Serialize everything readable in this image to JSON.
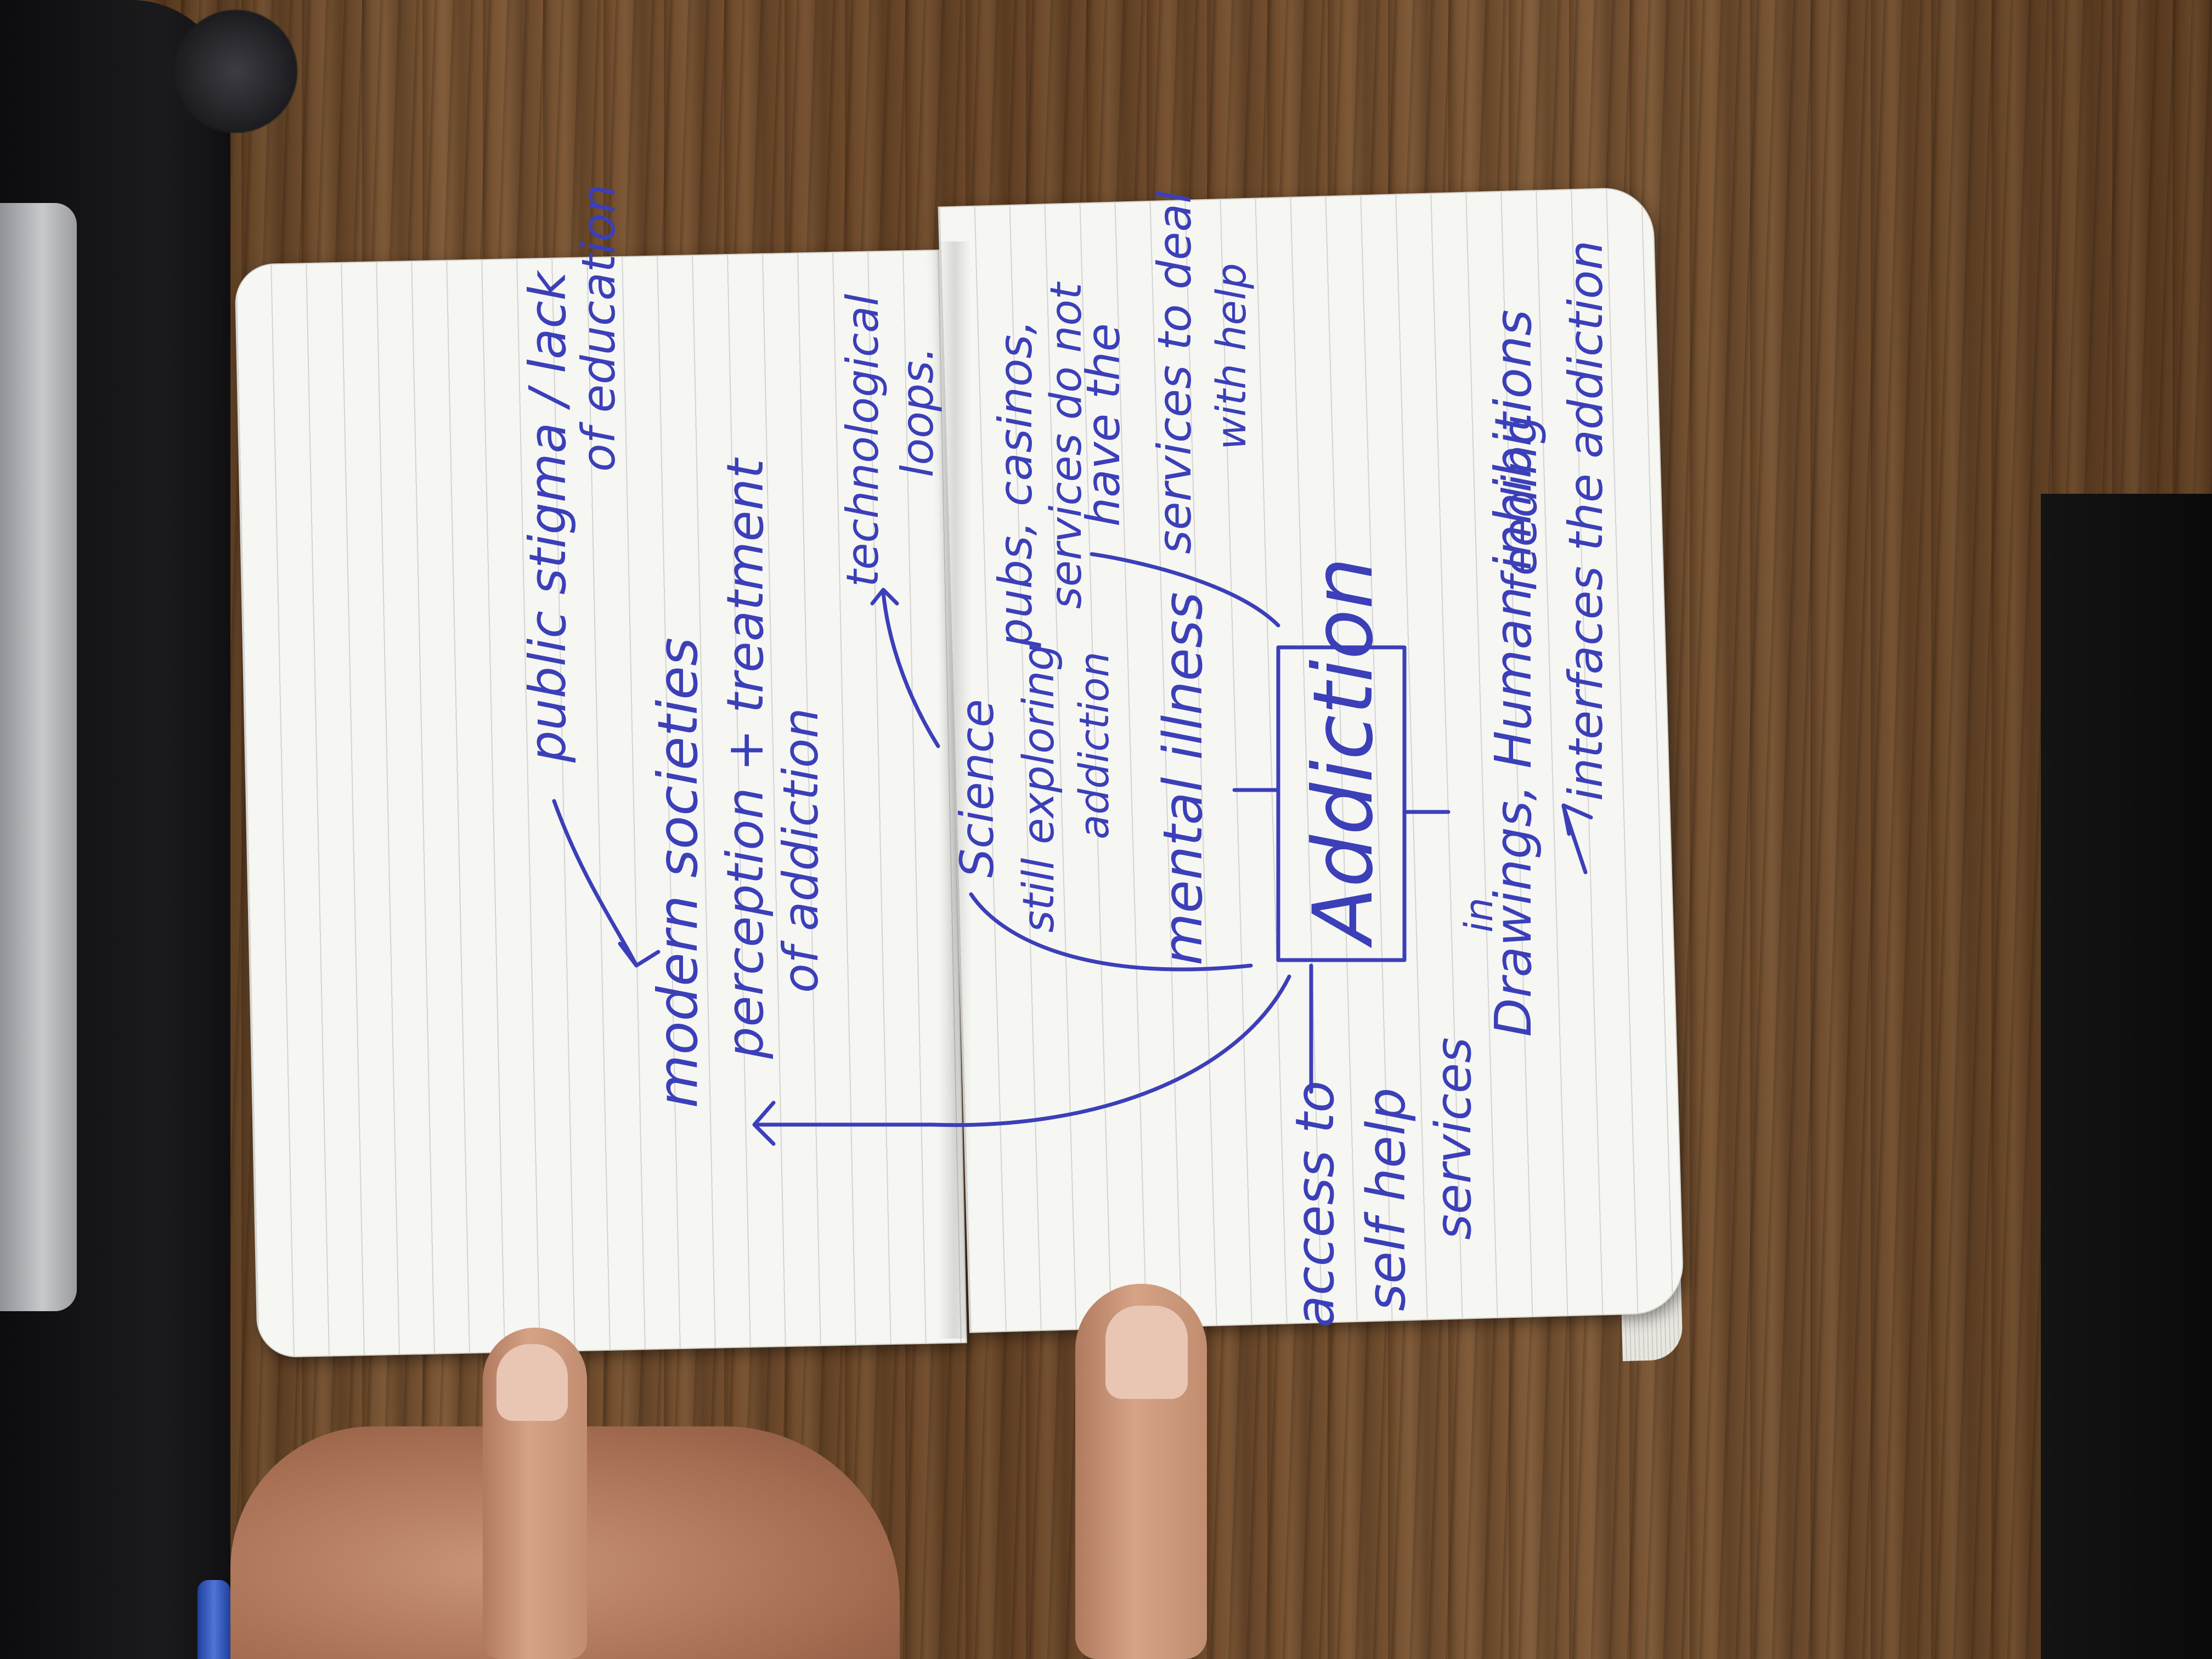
{
  "notes": {
    "left_page": {
      "public_stigma": "public stigma / lack",
      "of_education": "of education",
      "modern_societies": "modern societies",
      "perception_treatment": "perception + treatment",
      "of_addiction": "of addiction",
      "technological": "technological",
      "loops": "loops."
    },
    "right_page": {
      "science": "Science",
      "still_exploring": "still exploring",
      "addiction_small": "addiction",
      "mental_illness": "mental illness",
      "pubs_casinos": "pubs, casinos,",
      "services_do_not": "services do not",
      "have_the": "have the",
      "services_to_deal": "services to deal",
      "with_help": "with help",
      "addiction_box": "Addiction",
      "access_to": "access to",
      "self_help": "self help",
      "services": "services",
      "in": "in",
      "drawings_human_inhibitions": "Drawings, Human inhibitions",
      "feeding": "feeding",
      "interfaces_the_addiction": "interfaces the addiction"
    }
  }
}
